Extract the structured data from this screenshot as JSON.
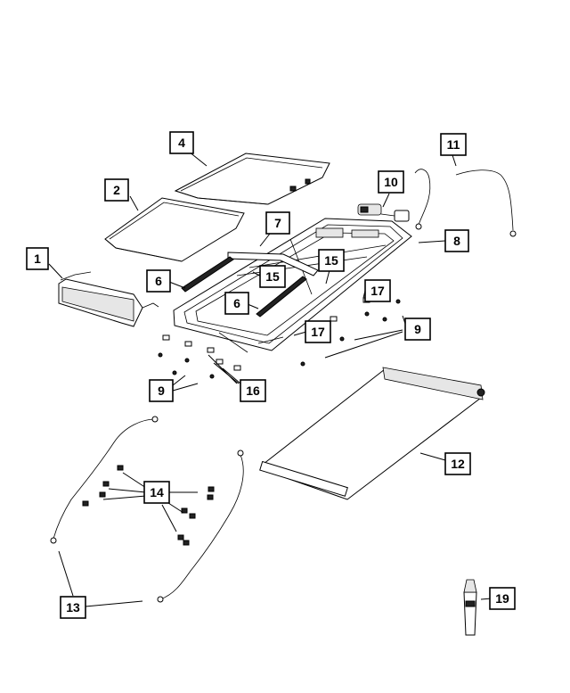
{
  "callouts": {
    "c1": "1",
    "c2": "2",
    "c4": "4",
    "c6a": "6",
    "c6b": "6",
    "c7": "7",
    "c8": "8",
    "c9a": "9",
    "c9b": "9",
    "c10": "10",
    "c11": "11",
    "c12": "12",
    "c13": "13",
    "c14": "14",
    "c15a": "15",
    "c15b": "15",
    "c16": "16",
    "c17a": "17",
    "c17b": "17",
    "c19": "19"
  }
}
